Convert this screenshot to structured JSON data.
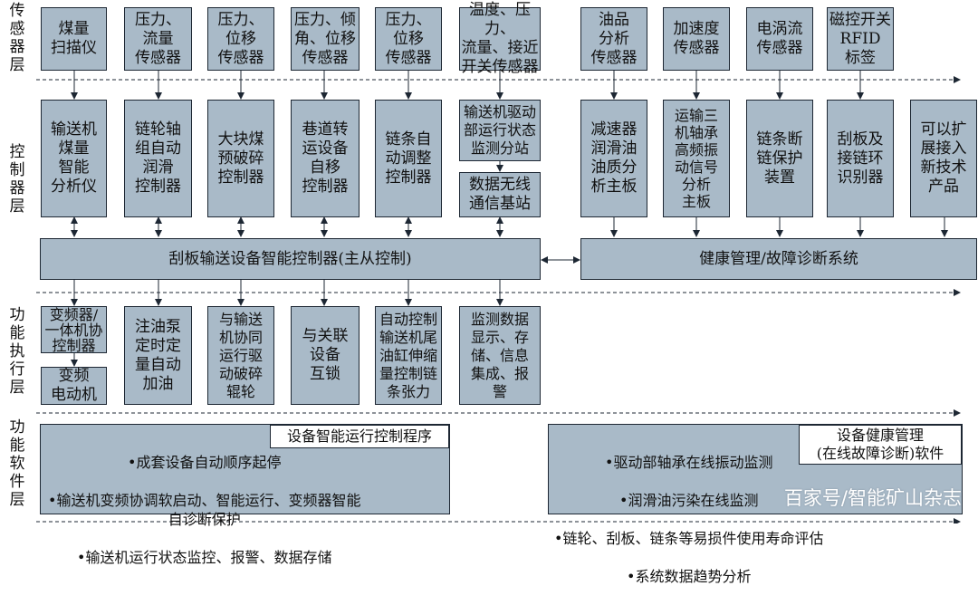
{
  "layers": {
    "sensor": "传\n感\n器\n层",
    "controller": "控\n制\n器\n层",
    "function_exec": "功\n能\n执\n行\n层",
    "function_software": "功\n能\n软\n件\n层"
  },
  "sensors": [
    "煤量\n扫描仪",
    "压力、\n流量\n传感器",
    "压力、\n位移\n传感器",
    "压力、倾\n角、位移\n传感器",
    "压力、\n位移\n传感器",
    "温度、压力、\n流量、接近\n开关传感器",
    "油品\n分析\n传感器",
    "加速度\n传感器",
    "电涡流\n传感器",
    "磁控开关\nRFID\n标签"
  ],
  "controllers": [
    "输送机\n煤量\n智能\n分析仪",
    "链轮轴\n组自动\n润滑\n控制器",
    "大块煤\n预破碎\n控制器",
    "巷道转\n运设备\n自移\n控制器",
    "链条自\n动调整\n控制器",
    "输送机驱动\n部运行状态\n监测分站",
    "减速器\n润滑油\n油质分\n析主板",
    "运输三\n机轴承\n高频振\n动信号\n分析\n主板",
    "链条断\n链保护\n装置",
    "刮板及\n接链环\n识别器",
    "可以扩\n展接入\n新技术\n产品"
  ],
  "wireless_station": "数据无线\n通信基站",
  "main_controller": "刮板输送设备智能控制器(主从控制)",
  "health_system": "健康管理/故障诊断系统",
  "executors": [
    "变频器/\n一体机协\n控制器",
    "变频\n电动机",
    "注油泵\n定时定\n量自动\n加油",
    "与输送\n机协同\n运行驱\n动破碎\n辊轮",
    "与关联\n设备\n互锁",
    "自动控制\n输送机尾\n油缸伸缩\n量控制链\n条张力",
    "监测数据\n显示、存\n储、信息\n集成、报\n警"
  ],
  "software_left": {
    "title": "设备智能运行控制程序",
    "items": [
      "•成套设备自动顺序起停",
      "•输送机变频协调软启动、智能运行、变频器智能\n  自诊断保护",
      "•输送机运行状态监控、报警、数据存储"
    ]
  },
  "software_right": {
    "title": "设备健康管理\n(在线故障诊断)软件",
    "items": [
      "•驱动部轴承在线振动监测",
      "•润滑油污染在线监测",
      "•链轮、刮板、链条等易损件使用寿命评估",
      "•系统数据趋势分析"
    ]
  },
  "watermark": "百家号/智能矿山杂志",
  "colors": {
    "box_fill": "#a9bac8",
    "line": "#1d2733"
  }
}
